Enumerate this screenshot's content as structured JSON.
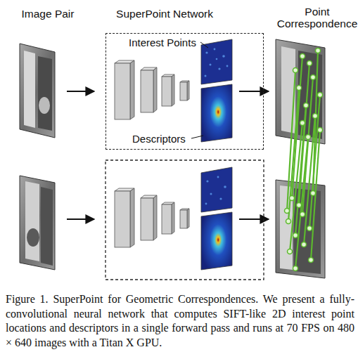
{
  "diagram": {
    "caption": "Figure 1. SuperPoint for Geometric Correspondences. We present a fully-convolutional neural network that computes SIFT-like 2D interest point locations and descriptors in a single forward pass and runs at 70 FPS on 480 × 640 images with a Titan X GPU.",
    "nodes": [
      {
        "text": [
          "Interest Points",
          "Descriptors"
        ]
      }
    ],
    "labels": [
      "Image Pair",
      "SuperPoint Network",
      "Point Correspondence"
    ]
  }
}
